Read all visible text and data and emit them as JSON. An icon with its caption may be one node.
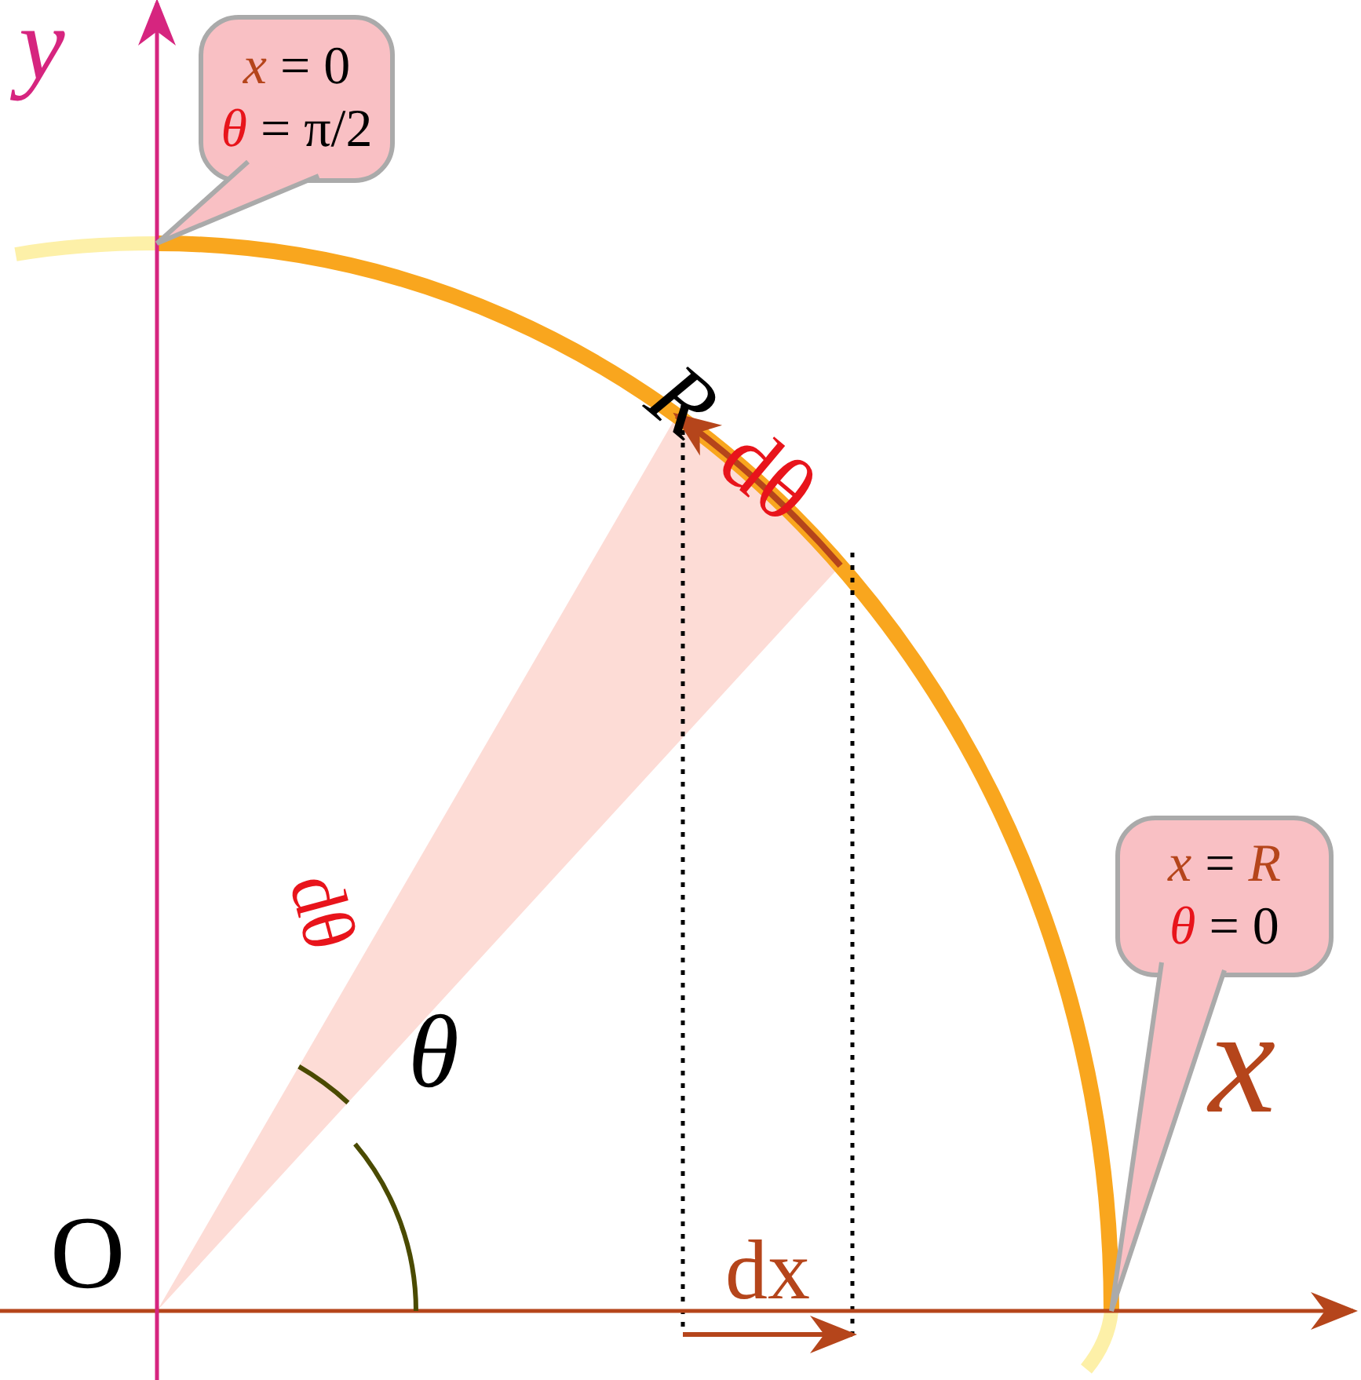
{
  "diagram": {
    "nodes": [
      {
        "text": [
          "*x* = 0",
          "*θ* = π/2"
        ]
      },
      {
        "text": [
          "*x* = *R*",
          "*θ* = 0"
        ]
      }
    ],
    "edges": [],
    "labels": [
      "*y*",
      "*R*",
      "dθ",
      "dθ",
      "*x*",
      "*θ*",
      "O",
      "dx"
    ]
  }
}
